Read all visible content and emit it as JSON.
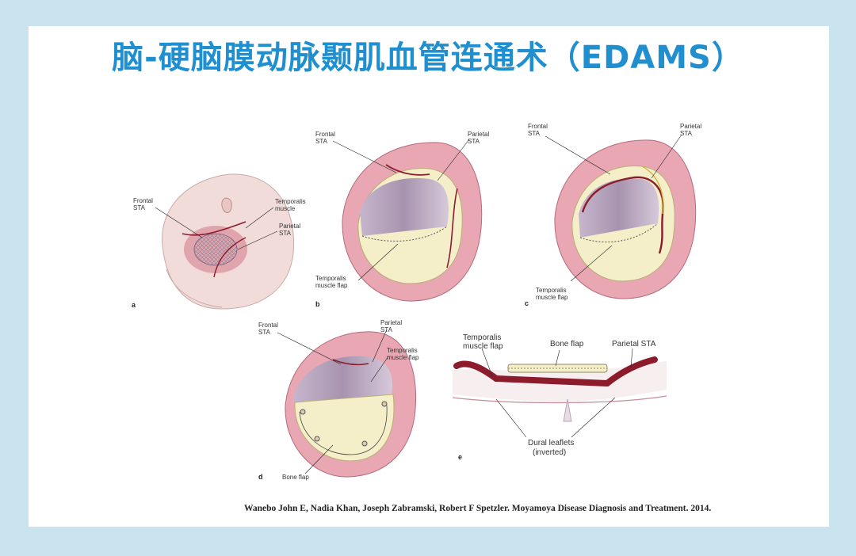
{
  "title": "脑-硬脑膜动脉颞肌血管连通术（EDAMS）",
  "panels": {
    "a": {
      "letter": "a",
      "frontal_sta": [
        "Frontal",
        "STA"
      ],
      "temporalis_muscle": [
        "Temporalis",
        "muscle"
      ],
      "parietal_sta": [
        "Parietal",
        "STA"
      ]
    },
    "b": {
      "letter": "b",
      "frontal_sta": [
        "Frontal",
        "STA"
      ],
      "parietal_sta": [
        "Parietal",
        "STA"
      ],
      "temporalis_flap": [
        "Temporalis",
        "muscle flap"
      ]
    },
    "c": {
      "letter": "c",
      "frontal_sta": [
        "Frontal",
        "STA"
      ],
      "parietal_sta": [
        "Parietal",
        "STA"
      ],
      "temporalis_flap": [
        "Temporalis",
        "muscle flap"
      ]
    },
    "d": {
      "letter": "d",
      "frontal_sta": [
        "Frontal",
        "STA"
      ],
      "parietal_sta": [
        "Parietal",
        "STA"
      ],
      "temporalis_flap": [
        "Temporalis",
        "muscle flap"
      ],
      "bone_flap": "Bone flap"
    },
    "e": {
      "letter": "e",
      "temporalis_flap": [
        "Temporalis",
        "muscle flap"
      ],
      "bone_flap": "Bone flap",
      "parietal_sta": "Parietal STA",
      "dural_leaflets": [
        "Dural leaflets",
        "(inverted)"
      ]
    }
  },
  "citation": "Wanebo John E, Nadia Khan, Joseph Zabramski, Robert F Spetzler. Moyamoya Disease Diagnosis and Treatment. 2014.",
  "colors": {
    "title": "#1f8fd0",
    "background": "#c9e4ee",
    "card": "#ffffff",
    "flesh": "#e9b4bd",
    "vessel": "#8c1c2c",
    "brain": "#c3b3c8"
  }
}
